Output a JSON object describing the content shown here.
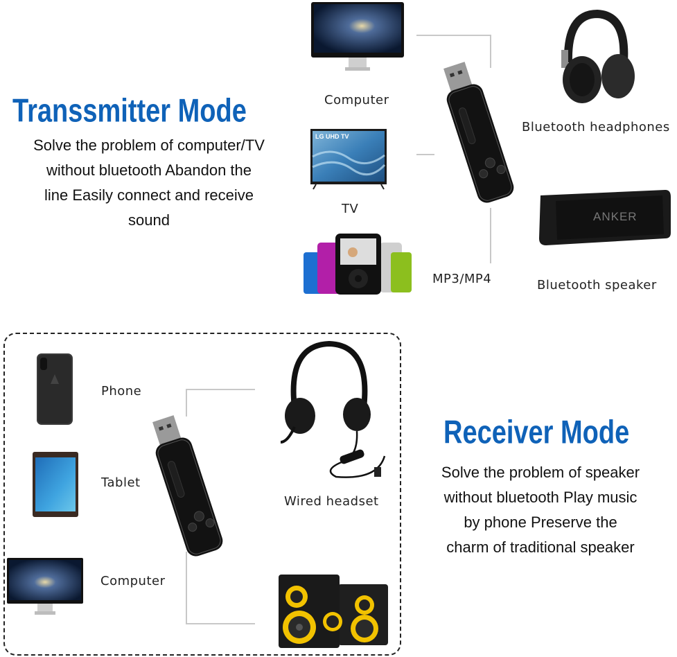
{
  "transmitter": {
    "title": "Transsmitter Mode",
    "description_lines": [
      "Solve the problem of computer/TV",
      "without bluetooth Abandon the",
      "line Easily connect and receive",
      "sound"
    ],
    "sources": [
      {
        "label": "Computer",
        "icon": "monitor-icon"
      },
      {
        "label": "TV",
        "icon": "tv-icon",
        "screen_text": "LG UHD TV"
      },
      {
        "label": "MP3/MP4",
        "icon": "mp3-player-icon"
      }
    ],
    "outputs": [
      {
        "label": "Bluetooth headphones",
        "icon": "headphones-icon"
      },
      {
        "label": "Bluetooth speaker",
        "icon": "speaker-icon",
        "brand_text": "ANKER"
      }
    ]
  },
  "receiver": {
    "title": "Receiver Mode",
    "description_lines": [
      "Solve the problem of speaker",
      "without bluetooth Play music",
      "by phone Preserve the",
      "charm of traditional speaker"
    ],
    "sources": [
      {
        "label": "Phone",
        "icon": "phone-icon"
      },
      {
        "label": "Tablet",
        "icon": "tablet-icon"
      },
      {
        "label": "Computer",
        "icon": "monitor-icon"
      }
    ],
    "outputs": [
      {
        "label": "Wired headset",
        "icon": "wired-headset-icon"
      },
      {
        "label": "",
        "icon": "desktop-speakers-icon"
      }
    ]
  },
  "colors": {
    "accent": "#0f62b8",
    "text": "#111111",
    "line": "#c8c8c8"
  }
}
